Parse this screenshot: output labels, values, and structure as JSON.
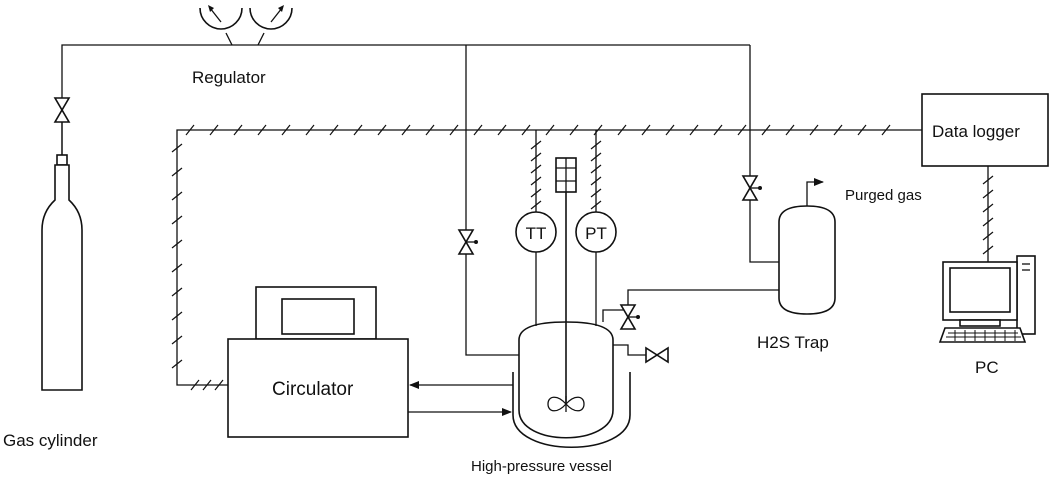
{
  "labels": {
    "regulator": "Regulator",
    "gas_cylinder": "Gas cylinder",
    "circulator": "Circulator",
    "vessel": "High-pressure vessel",
    "tt": "TT",
    "pt": "PT",
    "h2s_trap": "H2S Trap",
    "purged_gas": "Purged gas",
    "data_logger": "Data logger",
    "pc": "PC"
  },
  "icons": [
    "gauge-icon",
    "valve-icon",
    "gas-cylinder-icon",
    "stirrer-motor-icon",
    "impeller-icon",
    "computer-icon"
  ]
}
